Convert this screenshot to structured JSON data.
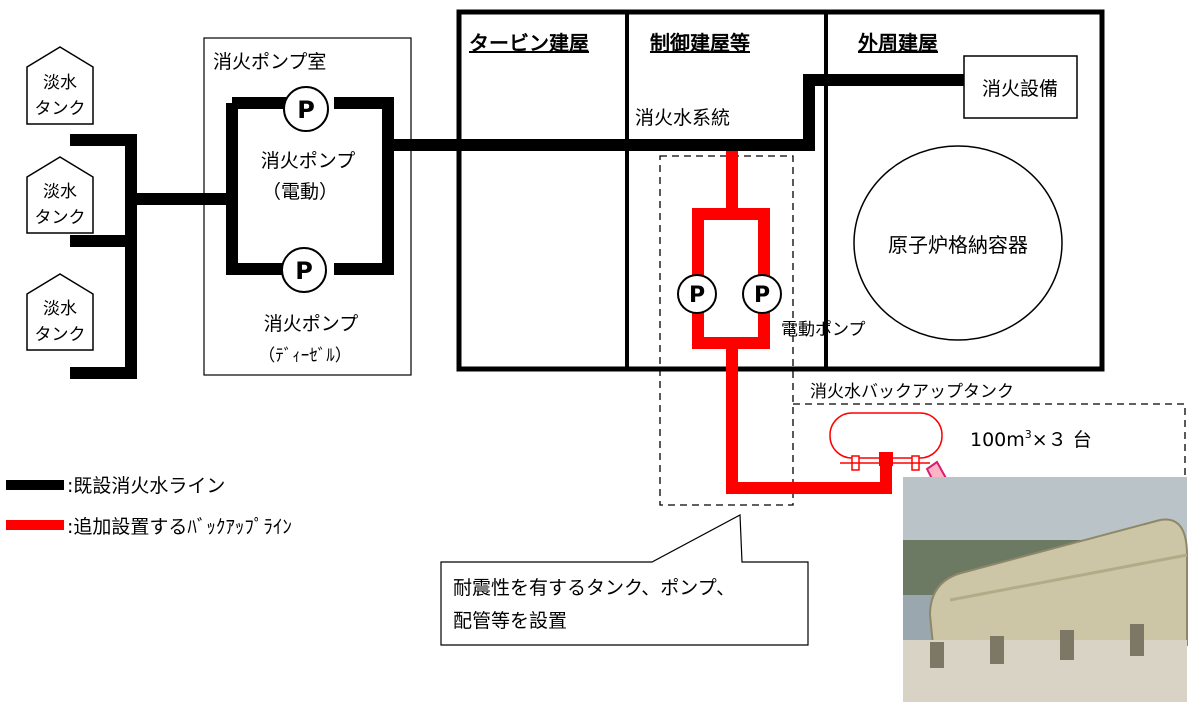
{
  "tanks": [
    {
      "line1": "淡水",
      "line2": "タンク"
    },
    {
      "line1": "淡水",
      "line2": "タンク"
    },
    {
      "line1": "淡水",
      "line2": "タンク"
    }
  ],
  "pump_room": {
    "title": "消火ポンプ室",
    "pump_symbol": "P",
    "electric_pump_line1": "消火ポンプ",
    "electric_pump_line2": "（電動）",
    "diesel_pump_line1": "消火ポンプ",
    "diesel_pump_line2": "（ﾃﾞｨｰｾﾞﾙ）"
  },
  "buildings": {
    "turbine": "タービン建屋",
    "control": "制御建屋等",
    "outer": "外周建屋",
    "fire_system_label": "消火水系統",
    "fire_equipment": "消火設備",
    "containment_vessel": "原子炉格納容器"
  },
  "backup": {
    "electric_pump_label": "電動ポンプ",
    "tank_label": "消火水バックアップタンク",
    "capacity_value": "100m",
    "capacity_sup": "3",
    "capacity_rest": "×３ 台"
  },
  "legend": {
    "existing": ":既設消火水ライン",
    "added": ":追加設置するﾊﾞｯｸｱｯﾌﾟﾗｲﾝ"
  },
  "callout": {
    "line1": "耐震性を有するタンク、ポンプ、",
    "line2": "配管等を設置"
  },
  "colors": {
    "existing_line": "#000000",
    "backup_line": "#ff0000"
  }
}
